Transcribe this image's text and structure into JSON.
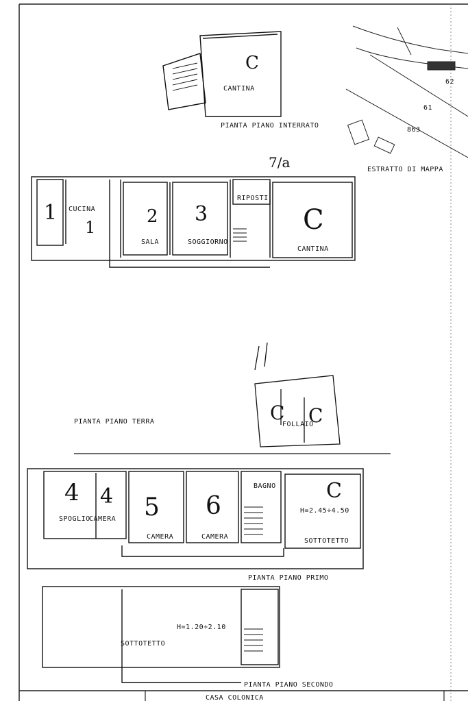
{
  "plans": {
    "basement": {
      "title": "PIANTA PIANO INTERRATO",
      "room_label": "CANTINA",
      "room_mark": "C"
    },
    "cadastral": {
      "title": "ESTRATTO DI MAPPA",
      "parcels": [
        "62",
        "61",
        "863"
      ]
    },
    "ground_floor": {
      "title": "PIANTA PIANO TERRA",
      "annotation": "7/a",
      "rooms": [
        {
          "number": "1",
          "label": "CUCINA",
          "sub": "1"
        },
        {
          "number": "2",
          "label": "SALA"
        },
        {
          "number": "3",
          "label": "SOGGIORNO"
        },
        {
          "number": "",
          "label": "RIPOSTI"
        },
        {
          "number": "C",
          "label": "CANTINA"
        }
      ],
      "annex_label": "FOLLAIO",
      "annex_marks": [
        "C",
        "C"
      ]
    },
    "first_floor": {
      "title": "PIANTA PIANO PRIMO",
      "rooms": [
        {
          "number": "4",
          "label": "SPOGLIO"
        },
        {
          "number": "4",
          "label": "CAMERA"
        },
        {
          "number": "5",
          "label": "CAMERA"
        },
        {
          "number": "6",
          "label": "CAMERA"
        },
        {
          "number": "",
          "label": "BAGNO"
        },
        {
          "number": "C",
          "label": "SOTTOTETTO",
          "height": "H=2.45÷4.50"
        }
      ]
    },
    "second_floor": {
      "title": "PIANTA PIANO SECONDO",
      "room_label": "SOTTOTETTO",
      "height": "H=1.20÷2.10"
    }
  },
  "footer": {
    "cells": [
      "",
      "",
      "CASA COLONICA",
      ""
    ]
  }
}
